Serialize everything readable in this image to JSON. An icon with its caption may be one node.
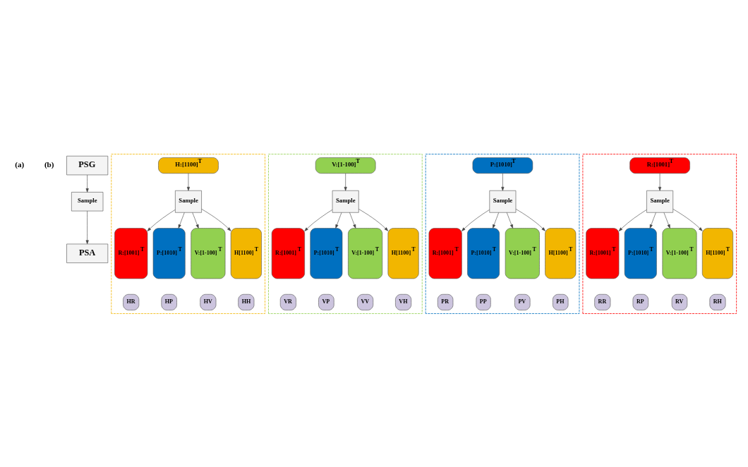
{
  "diagram": {
    "nodes": [
      {
        "text": [
          "PSG"
        ]
      },
      {
        "text": [
          "Sample"
        ]
      },
      {
        "text": [
          "PSA"
        ]
      },
      {
        "text": [],
        "shape": "box"
      },
      {
        "text": [
          "H:[1100]$^{T}$"
        ],
        "in": 3
      },
      {
        "text": [
          "Sample"
        ],
        "in": 3
      },
      {
        "text": [
          "R:[1001]$^{T}$"
        ],
        "in": 3
      },
      {
        "text": [
          "P:[1010]$^{T}$"
        ],
        "in": 3
      },
      {
        "text": [
          "V:[1-100]$^{T}$"
        ],
        "in": 3
      },
      {
        "text": [
          "H[1100]$^{T}$"
        ],
        "in": 3
      },
      {
        "text": [
          "HR"
        ],
        "in": 3
      },
      {
        "text": [
          "HP"
        ],
        "in": 3
      },
      {
        "text": [
          "HV"
        ],
        "in": 3
      },
      {
        "text": [
          "HH"
        ],
        "in": 3
      },
      {
        "text": [],
        "shape": "box"
      },
      {
        "text": [
          "V:[1-100]$^{T}$"
        ],
        "in": 14
      },
      {
        "text": [
          "Sample"
        ],
        "in": 14
      },
      {
        "text": [
          "R:[1001]$^{T}$"
        ],
        "in": 14
      },
      {
        "text": [
          "P:[1010]$^{T}$"
        ],
        "in": 14
      },
      {
        "text": [
          "V:[1-100]$^{T}$"
        ],
        "in": 14
      },
      {
        "text": [
          "H[1100]$^{T}$"
        ],
        "in": 14
      },
      {
        "text": [
          "VR"
        ],
        "in": 14
      },
      {
        "text": [
          "VP"
        ],
        "in": 14
      },
      {
        "text": [
          "VV"
        ],
        "in": 14
      },
      {
        "text": [
          "VH"
        ],
        "in": 14
      },
      {
        "text": [],
        "shape": "box"
      },
      {
        "text": [
          "P:[1010]$^{T}$"
        ],
        "in": 25
      },
      {
        "text": [
          "Sample"
        ],
        "in": 25
      },
      {
        "text": [
          "R:[1001]$^{T}$"
        ],
        "in": 25
      },
      {
        "text": [
          "P:[1010]$^{T}$"
        ],
        "in": 25
      },
      {
        "text": [
          "V:[1-100]$^{T}$"
        ],
        "in": 25
      },
      {
        "text": [
          "H[1100]$^{T}$"
        ],
        "in": 25
      },
      {
        "text": [
          "PR"
        ],
        "in": 25
      },
      {
        "text": [
          "PP"
        ],
        "in": 25
      },
      {
        "text": [
          "PV"
        ],
        "in": 25
      },
      {
        "text": [
          "PH"
        ],
        "in": 25
      },
      {
        "text": [],
        "shape": "box"
      },
      {
        "text": [
          "R:[1001]$^{T}$"
        ],
        "in": 36
      },
      {
        "text": [
          "Sample"
        ],
        "in": 36
      },
      {
        "text": [
          "R:[1001]$^{T}$"
        ],
        "in": 36
      },
      {
        "text": [
          "P:[1010]$^{T}$"
        ],
        "in": 36
      },
      {
        "text": [
          "V:[1-100]$^{T}$"
        ],
        "in": 36
      },
      {
        "text": [
          "H[1100]$^{T}$"
        ],
        "in": 36
      },
      {
        "text": [
          "RR"
        ],
        "in": 36
      },
      {
        "text": [
          "RP"
        ],
        "in": 36
      },
      {
        "text": [
          "RV"
        ],
        "in": 36
      },
      {
        "text": [
          "RH"
        ],
        "in": 36
      }
    ],
    "edges": [
      {
        "from": 0,
        "to": 1,
        "arrow": "to"
      },
      {
        "from": 1,
        "to": 2,
        "arrow": "to"
      },
      {
        "from": 4,
        "to": 5,
        "arrow": "to"
      },
      {
        "from": 5,
        "to": 6,
        "arrow": "to"
      },
      {
        "from": 5,
        "to": 7,
        "arrow": "to"
      },
      {
        "from": 5,
        "to": 8,
        "arrow": "to"
      },
      {
        "from": 5,
        "to": 9,
        "arrow": "to"
      },
      {
        "from": 15,
        "to": 16,
        "arrow": "to"
      },
      {
        "from": 16,
        "to": 17,
        "arrow": "to"
      },
      {
        "from": 16,
        "to": 18,
        "arrow": "to"
      },
      {
        "from": 16,
        "to": 19,
        "arrow": "to"
      },
      {
        "from": 16,
        "to": 20,
        "arrow": "to"
      },
      {
        "from": 26,
        "to": 27,
        "arrow": "to"
      },
      {
        "from": 27,
        "to": 28,
        "arrow": "to"
      },
      {
        "from": 27,
        "to": 29,
        "arrow": "to"
      },
      {
        "from": 27,
        "to": 30,
        "arrow": "to"
      },
      {
        "from": 27,
        "to": 31,
        "arrow": "to"
      },
      {
        "from": 37,
        "to": 38,
        "arrow": "to"
      },
      {
        "from": 38,
        "to": 39,
        "arrow": "to"
      },
      {
        "from": 38,
        "to": 40,
        "arrow": "to"
      },
      {
        "from": 38,
        "to": 41,
        "arrow": "to"
      },
      {
        "from": 38,
        "to": 42,
        "arrow": "to"
      }
    ],
    "labels": [
      "(a)",
      "(b)"
    ]
  }
}
